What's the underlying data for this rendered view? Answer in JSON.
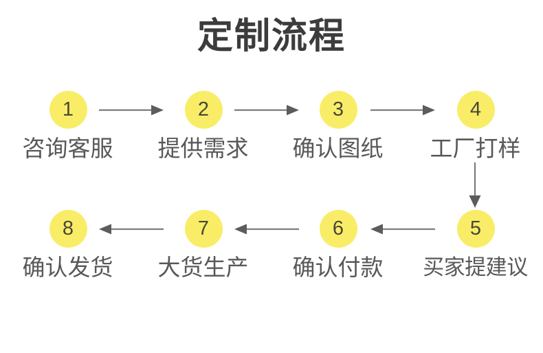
{
  "page": {
    "title": "定制流程",
    "background_color": "#ffffff",
    "accent_color": "#f9ed68",
    "text_color": "#585858",
    "title_color": "#3c3c3c",
    "arrow_color": "#7c7c7c"
  },
  "flow": {
    "top_row": [
      {
        "number": "1",
        "label": "咨询客服"
      },
      {
        "number": "2",
        "label": "提供需求"
      },
      {
        "number": "3",
        "label": "确认图纸"
      },
      {
        "number": "4",
        "label": "工厂打样"
      }
    ],
    "bottom_row": [
      {
        "number": "8",
        "label": "确认发货"
      },
      {
        "number": "7",
        "label": "大货生产"
      },
      {
        "number": "6",
        "label": "确认付款"
      },
      {
        "number": "5",
        "label": "买家提建议"
      }
    ],
    "connectors": [
      {
        "name": "arrow-1-to-2",
        "direction": "right"
      },
      {
        "name": "arrow-2-to-3",
        "direction": "right"
      },
      {
        "name": "arrow-3-to-4",
        "direction": "right"
      },
      {
        "name": "arrow-4-to-5",
        "direction": "down"
      },
      {
        "name": "arrow-5-to-6",
        "direction": "left"
      },
      {
        "name": "arrow-6-to-7",
        "direction": "left"
      },
      {
        "name": "arrow-7-to-8",
        "direction": "left"
      }
    ]
  }
}
